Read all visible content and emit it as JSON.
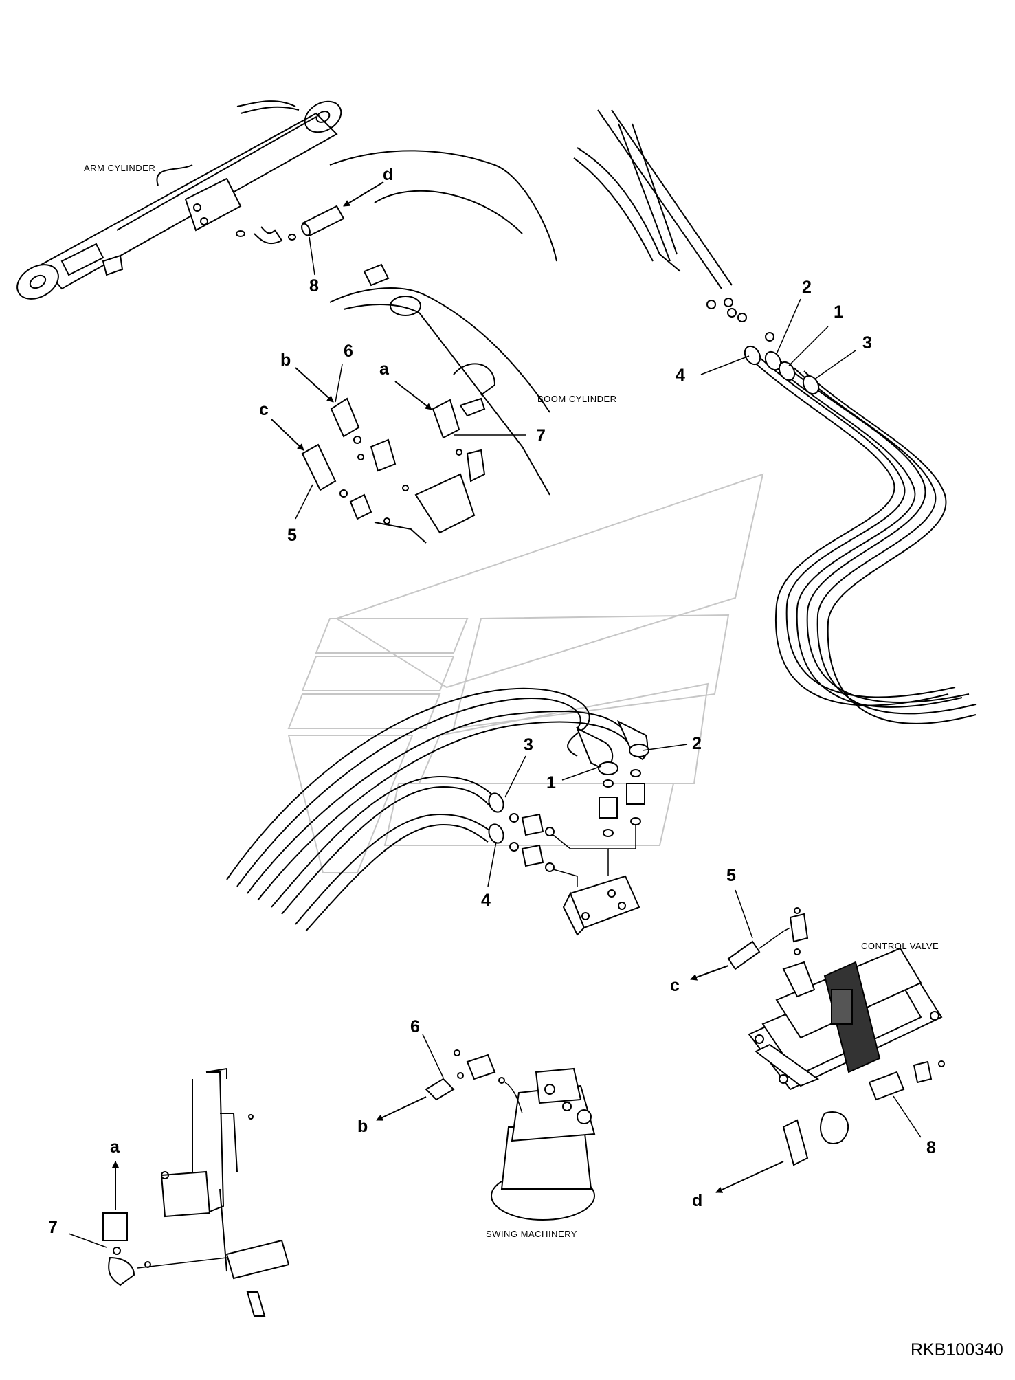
{
  "captions": {
    "arm_cylinder": "ARM CYLINDER",
    "boom_cylinder": "BOOM CYLINDER",
    "control_valve": "CONTROL VALVE",
    "swing_machinery": "SWING MACHINERY"
  },
  "drawing_code": "RKB100340",
  "callouts": {
    "arm_d_arrow": "d",
    "arm_8": "8",
    "boom_b_arrow": "b",
    "boom_6": "6",
    "boom_a_arrow": "a",
    "boom_7": "7",
    "boom_c_arrow": "c",
    "boom_5": "5",
    "upper_2": "2",
    "upper_1": "1",
    "upper_3": "3",
    "upper_4": "4",
    "center_3": "3",
    "center_2": "2",
    "center_1": "1",
    "center_4": "4",
    "cv_5": "5",
    "cv_c_arrow": "c",
    "cv_8": "8",
    "cv_d_arrow": "d",
    "swing_6": "6",
    "swing_b_arrow": "b",
    "lower_a_arrow": "a",
    "lower_7": "7"
  }
}
